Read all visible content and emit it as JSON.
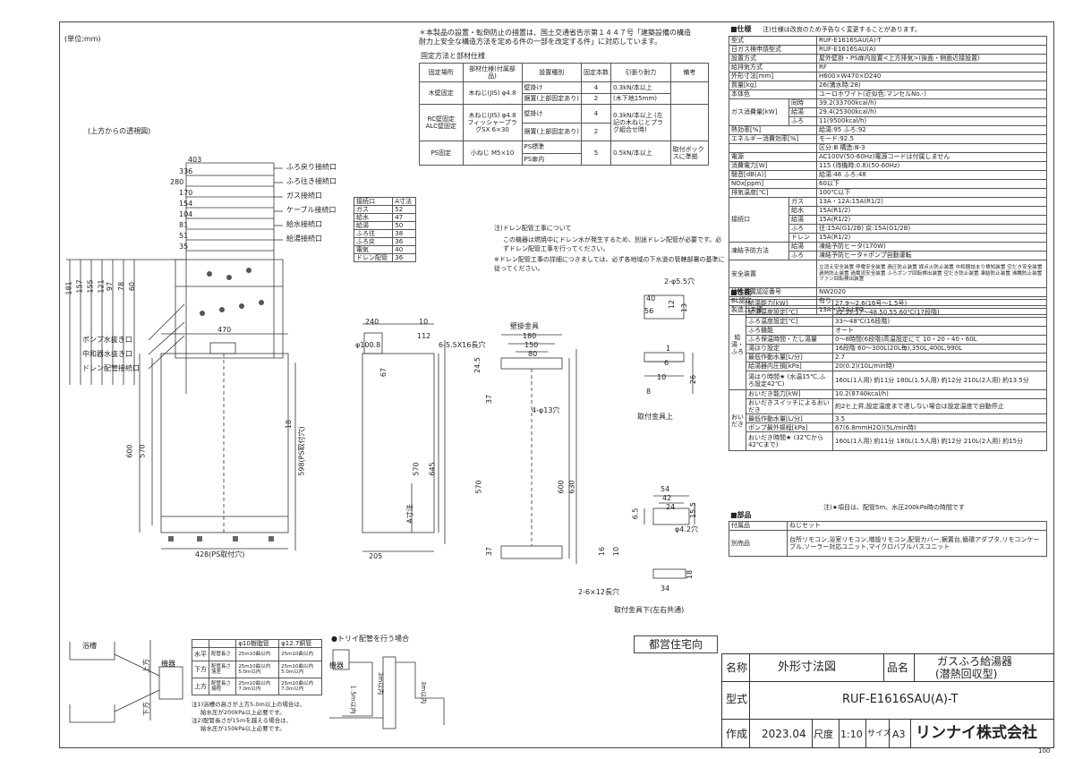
{
  "unit_label": "(単位:mm)",
  "top_note": "＊本製品の設置・転倒防止の措置は、国土交通省告示第１４４７号「建築設備の構造耐力上安全な構造方法を定める件の一部を改定する件」に対応しています。",
  "fix_title": "固定方法と部材仕様",
  "fix_headers": [
    "固定場所",
    "部材仕様(付属部品)",
    "設置種別",
    "固定本数",
    "引張り耐力",
    "備考"
  ],
  "fix_rows": [
    [
      "木壁固定",
      "木ねじ(JIS) φ4.8",
      "壁掛け",
      "4",
      "0.3kN/本以上",
      ""
    ],
    [
      "",
      "",
      "据置(上部固定あり)",
      "2",
      "(木下地15mm)",
      ""
    ],
    [
      "RC壁固定 ALC壁固定",
      "木ねじ(JIS) φ4.8 フィッシャープラグSX 6×30",
      "壁掛け",
      "4",
      "0.3kN/本以上 (左記の木ねじとプラグ組合せ時)",
      ""
    ],
    [
      "",
      "",
      "据置(上部固定あり)",
      "2",
      "",
      ""
    ],
    [
      "PS固定",
      "小ねじ M5×10",
      "PS標準",
      "5",
      "0.5kN/本以上",
      "取付ボックスに準拠"
    ],
    [
      "",
      "",
      "PS扉内",
      "",
      "",
      ""
    ]
  ],
  "perspective_label": "(上方からの透視図)",
  "top_dims": [
    "403",
    "336",
    "280",
    "170",
    "154",
    "104",
    "81",
    "51",
    "35"
  ],
  "side_dims": [
    "181",
    "157",
    "155",
    "121",
    "97",
    "78",
    "60"
  ],
  "top_labels": [
    "ふろ戻り接続口",
    "ふろ往き接続口",
    "ガス接続口",
    "ケーブル接続口",
    "給水接続口",
    "給湯接続口"
  ],
  "left_labels": [
    "ポンプ水抜き口",
    "中和器水抜き口",
    "ドレン配管接続口"
  ],
  "conn_table_headers": [
    "接続口",
    "A寸法"
  ],
  "conn_table": [
    [
      "ガス",
      "52"
    ],
    [
      "給水",
      "47"
    ],
    [
      "給湯",
      "50"
    ],
    [
      "ふろ往",
      "38"
    ],
    [
      "ふろ戻",
      "36"
    ],
    [
      "電気",
      "40"
    ],
    [
      "ドレン配管",
      "36"
    ]
  ],
  "drain_note1": "注)ドレン配管工事について",
  "drain_note2": "この機器は燃焼中にドレン水が発生するため、別途ドレン配管が必要です。必ずドレン配管工事を行ってください。",
  "drain_note3": "※ドレン配管工事の詳細につきましては、必ず各地域の下水道の管轄部署の基準に従ってください。",
  "front_dims": {
    "w": "470",
    "h1": "600",
    "h2": "570",
    "ps": "598(PS取付穴)",
    "bottom": "428(PS取付穴)",
    "top": "18"
  },
  "side_view_dims": {
    "w": "240",
    "t10": "10",
    "t112": "112",
    "phi": "φ100.8",
    "d67": "67",
    "h570": "570",
    "h645": "645",
    "a": "A寸法",
    "b205": "205"
  },
  "bracket": {
    "label": "壁掛金具",
    "d180": "180",
    "d150": "150",
    "d80": "80",
    "d24": "24.5",
    "hole": "6-5.5X16長穴",
    "d37": "37",
    "d4h": "4-φ13穴",
    "d570": "570",
    "d600": "600",
    "d630": "630",
    "d37b": "37"
  },
  "bracket_top_label": "取付金具上",
  "bracket_top_dims": [
    "2-φ5.5穴",
    "40",
    "12",
    "56",
    "13",
    "1",
    "6",
    "10",
    "8",
    "26"
  ],
  "bracket_bottom_label": "取付金具下(左右共通)",
  "bracket_bottom_dims": [
    "54",
    "42",
    "24",
    "6.5",
    "15.5",
    "φ4.2穴",
    "16",
    "10",
    "34",
    "2-6×12長穴",
    "18"
  ],
  "spec_title": "■仕様",
  "spec_note": "注)仕様は改良のため予告なく変更することがあります。",
  "spec_rows": [
    [
      "型式",
      "RUF-E1616SAU(A)-T"
    ],
    [
      "日ガス検申請型式",
      "RUF-E1616SAU(A)"
    ],
    [
      "設置方式",
      "屋外壁掛・PS扉内設置<上方排気>(後面・側面近接設置)"
    ],
    [
      "給排気方式",
      "RF"
    ],
    [
      "外形寸法[mm]",
      "H600×W470×D240"
    ],
    [
      "質量[kg]",
      "26(満水時:28)"
    ],
    [
      "本体色",
      "ユーロホワイト(近似色:マンセルNo.-)"
    ]
  ],
  "gas_rows": [
    [
      "同時",
      "39.2(33700kcal/h)"
    ],
    [
      "給湯",
      "29.4(25300kcal/h)"
    ],
    [
      "ふろ",
      "11(9500kcal/h)"
    ]
  ],
  "gas_label": "ガス消費量[kW]",
  "spec_rows2": [
    [
      "熱効率[%]",
      "給湯:95 ふろ:92"
    ],
    [
      "エネルギー消費効率[%]",
      "モード:92.5"
    ],
    [
      "",
      "区分:Ⅲ 構造:Ⅲ-3"
    ],
    [
      "電源",
      "AC100V(50-60Hz)電源コードは付属しません"
    ],
    [
      "消費電力[W]",
      "115 (待機時:0.8)(50-60Hz)"
    ],
    [
      "騒音[dB(A)]",
      "給湯:48 ふろ:48"
    ],
    [
      "NOx[ppm]",
      "60以下"
    ],
    [
      "排気温度[℃]",
      "100℃以下"
    ]
  ],
  "conn_label": "接続口",
  "conn_rows": [
    [
      "ガス",
      "13A・12A:15A(R1/2)"
    ],
    [
      "給水",
      "15A(R1/2)"
    ],
    [
      "給湯",
      "15A(R1/2)"
    ],
    [
      "ふろ",
      "往:15A(G1/2B) 戻:15A(G1/2B)"
    ],
    [
      "ドレン",
      "15A(R1/2)"
    ]
  ],
  "freeze_label": "凍結予防方法",
  "freeze_rows": [
    [
      "給湯",
      "凍結予防ヒータ(170W)"
    ],
    [
      "ふろ",
      "凍結予防ヒータ+ポンプ自動運転"
    ]
  ],
  "safety_label": "安全装置",
  "safety_text": "立消え安全装置 停電安全装置 過圧防止装置 誤点火防止装置 中和器詰まり検知装置 空だき安全装置 過熱防止装置 過電流安全装置 ふろポンプ回転検出装置 空だき防止装置 凍結防止装置 沸騰防止装置 ファン回転検出装置",
  "spec_rows3": [
    [
      "給水装置認証番号",
      "NW2020"
    ],
    [
      "BL認定",
      "有り"
    ],
    [
      "製造ガス種",
      "13A・12A,LPG"
    ]
  ],
  "perf_title": "■性能",
  "perf_group1": "給湯・ふろ",
  "perf_rows1": [
    [
      "給湯能力[kW]",
      "27.9～2.6(16号～1.5号)"
    ],
    [
      "給湯温度設定[℃]",
      "32,35,37～48,50,55,60℃(17段階)"
    ],
    [
      "ふろ温度設定[℃]",
      "33～48℃(16段階)"
    ],
    [
      "ふろ機能",
      "オート"
    ],
    [
      "ふろ保温時間・たし湯量",
      "0～8時間(6段階)高温設定にて 10・20・40・60L"
    ],
    [
      "湯はり設定",
      "16段階 60～300L(20L毎),350L,400L,990L"
    ],
    [
      "最低作動水量[L/分]",
      "2.7"
    ],
    [
      "給湯器内圧損[kPa]",
      "20(0.2)(10L/min時)"
    ],
    [
      "湯はり時間★ (水温15℃,ふろ設定42℃)",
      "160L(1人用) 約11分   180L(1.5人用) 約12分   210L(2人用) 約13.5分"
    ]
  ],
  "perf_group2": "おいだき",
  "perf_rows2": [
    [
      "おいだき能力[kW]",
      "10.2(8740kcal/h)"
    ],
    [
      "おいだきスイッチによるおいだき",
      "約2ヒ上昇,設定温度まで達しない場合は設定温度で自動停止"
    ],
    [
      "最低作動水量[L/分]",
      "3.5"
    ],
    [
      "ポンプ最外揚程[kPa]",
      "67(6.8mmH2O)(5L/min時)"
    ],
    [
      "おいだき時間★ (32℃から42℃まで)",
      "160L(1人用) 約11分   180L(1.5人用) 約12分   210L(2人用) 約15分"
    ]
  ],
  "perf_note": "注)★項目は、配管5m、水圧200kPa時の時間です",
  "parts_title": "■部品",
  "parts_rows": [
    [
      "付属品",
      "ねじセット"
    ],
    [
      "別売品",
      "台所リモコン,浴室リモコン,増設リモコン,配管カバー,据置台,循環アダプタ,リモコンケーブル,ソーラー対応ユニット,マイクロバブルバスユニット"
    ]
  ],
  "pipe_headers": [
    "",
    "",
    "φ10樹脂管",
    "φ12.7銅管"
  ],
  "pipe_rows": [
    [
      "水平",
      "配管長さ",
      "25m10曲以内",
      "25m10曲以内"
    ],
    [
      "下方",
      "配管長さ 落差",
      "25m10曲以内 5.0m以内",
      "25m10曲以内 5.0m以内"
    ],
    [
      "上方",
      "配管長さ 揚程",
      "25m10曲以内 7.0m以内",
      "25m10曲以内 7.0m以内"
    ]
  ],
  "pipe_note1": "注1)浴槽の高さが上方5.0m以上の場合は、",
  "pipe_note2": "給水圧が200kPa以上必要です。",
  "pipe_note3": "注2)配管長さが15mを越える場合は、",
  "pipe_note4": "給水圧が150kPa以上必要です。",
  "pipe_labels": {
    "up": "上方",
    "down": "下方",
    "unit": "機器",
    "bath": "浴槽"
  },
  "trap_title": "●トリイ配管を行う場合",
  "trap_labels": {
    "unit": "機器",
    "left": "1.5m以内",
    "mid": "3m以内",
    "right": "3m以内"
  },
  "stamp": "都営住宅向",
  "title_block": {
    "name_label": "名称",
    "name_val": "外形寸法図",
    "prod_label": "品名",
    "prod_val1": "ガスふろ給湯器",
    "prod_val2": "(潜熱回収型)",
    "model_label": "型式",
    "model_val": "RUF-E1616SAU(A)-T",
    "made_label": "作成",
    "date": "2023.04",
    "scale_label": "尺度",
    "scale": "1:10",
    "size_label": "サイズ",
    "size": "A3",
    "company": "リンナイ株式会社"
  },
  "page_no": "100"
}
